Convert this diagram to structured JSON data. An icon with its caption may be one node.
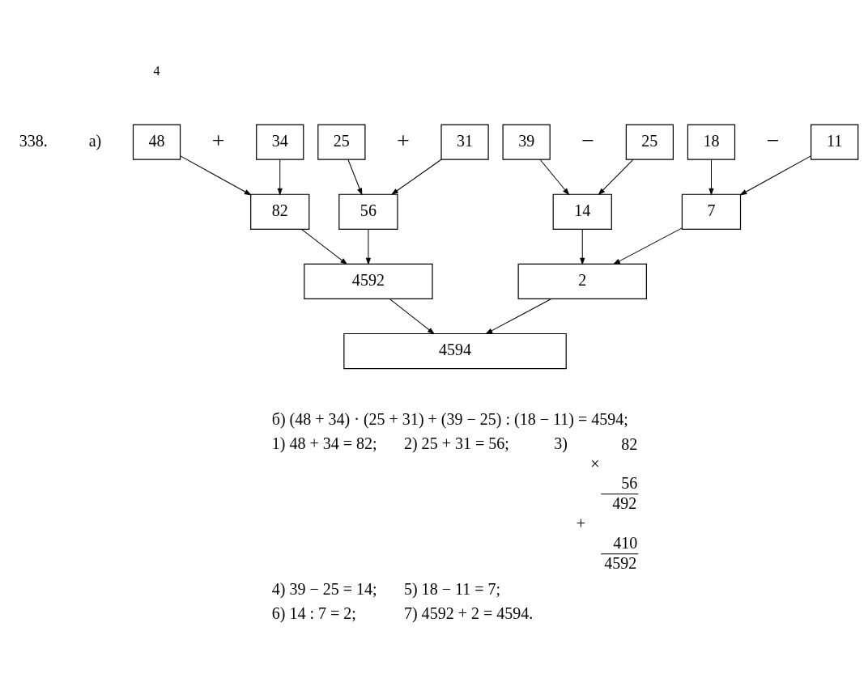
{
  "diagram": {
    "nodes": [
      {
        "text": [
          "48"
        ]
      },
      {
        "text": [
          "34"
        ]
      },
      {
        "text": [
          "25"
        ]
      },
      {
        "text": [
          "31"
        ]
      },
      {
        "text": [
          "39"
        ]
      },
      {
        "text": [
          "25"
        ]
      },
      {
        "text": [
          "18"
        ]
      },
      {
        "text": [
          "11"
        ]
      },
      {
        "text": [
          "82"
        ]
      },
      {
        "text": [
          "56"
        ]
      },
      {
        "text": [
          "14"
        ]
      },
      {
        "text": [
          "7"
        ]
      },
      {
        "text": [
          "4592"
        ]
      },
      {
        "text": [
          "2"
        ]
      },
      {
        "text": [
          "4594"
        ]
      }
    ],
    "edges": [
      {
        "from": 0,
        "to": 8,
        "arrow": "to"
      },
      {
        "from": 1,
        "to": 8,
        "arrow": "to"
      },
      {
        "from": 2,
        "to": 9,
        "arrow": "to"
      },
      {
        "from": 3,
        "to": 9,
        "arrow": "to"
      },
      {
        "from": 4,
        "to": 10,
        "arrow": "to"
      },
      {
        "from": 5,
        "to": 10,
        "arrow": "to"
      },
      {
        "from": 6,
        "to": 11,
        "arrow": "to"
      },
      {
        "from": 7,
        "to": 11,
        "arrow": "to"
      },
      {
        "from": 8,
        "to": 12,
        "arrow": "to"
      },
      {
        "from": 9,
        "to": 12,
        "arrow": "to"
      },
      {
        "from": 10,
        "to": 13,
        "arrow": "to"
      },
      {
        "from": 11,
        "to": 13,
        "arrow": "to"
      },
      {
        "from": 12,
        "to": 14,
        "arrow": "to"
      },
      {
        "from": 13,
        "to": 14,
        "arrow": "to"
      }
    ],
    "labels": [
      "4",
      "338.",
      "а)",
      "+",
      "+",
      "−",
      "−",
      "б) (48 + 34) · (25 + 31) + (39 − 25) : (18 − 11) = 4594;",
      "1) 48 + 34 = 82;",
      "2) 25 + 31 = 56;",
      "3)",
      "×",
      "82",
      "56",
      "492",
      "+",
      "410",
      "4592",
      "4) 39 − 25 = 14;",
      "5) 18 − 11 = 7;",
      "6) 14 : 7 = 2;",
      "7) 4592 + 2 = 4594."
    ]
  }
}
